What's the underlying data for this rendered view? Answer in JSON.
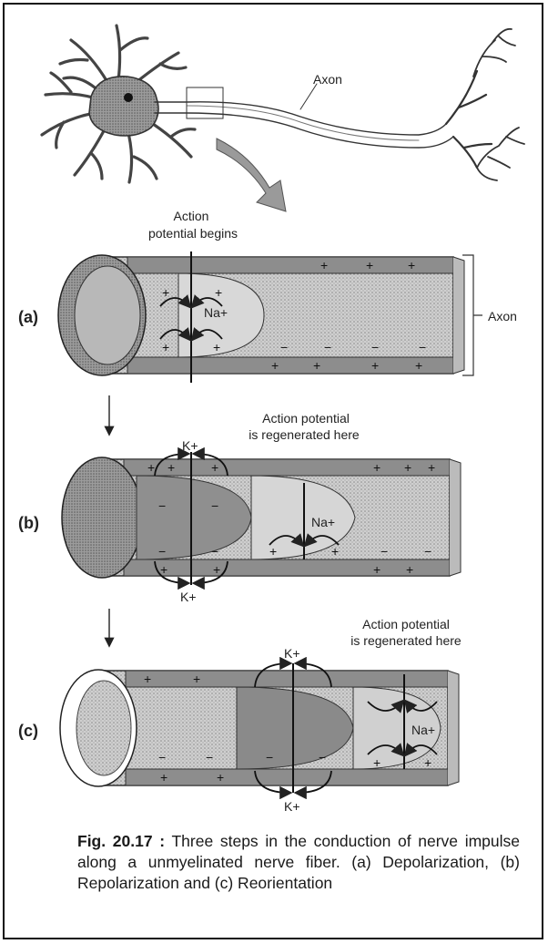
{
  "top": {
    "axon_label": "Axon"
  },
  "panels": [
    {
      "letter": "(a)",
      "note_lines": [
        "Action",
        "potential begins"
      ],
      "ion_labels": [
        "Na+"
      ],
      "bracket_label": "Axon"
    },
    {
      "letter": "(b)",
      "note_lines": [
        "Action potential",
        "is regenerated here"
      ],
      "ion_labels": [
        "K+",
        "Na+",
        "K+"
      ]
    },
    {
      "letter": "(c)",
      "note_lines": [
        "Action potential",
        "is regenerated here"
      ],
      "ion_labels": [
        "K+",
        "Na+",
        "K+"
      ]
    }
  ],
  "caption": {
    "fig_number": "Fig. 20.17 :",
    "text": " Three steps in the conduction of nerve impulse along a unmyelinated nerve fiber. (a) Depolarization, (b) Repolarization and (c) Reorientation"
  }
}
